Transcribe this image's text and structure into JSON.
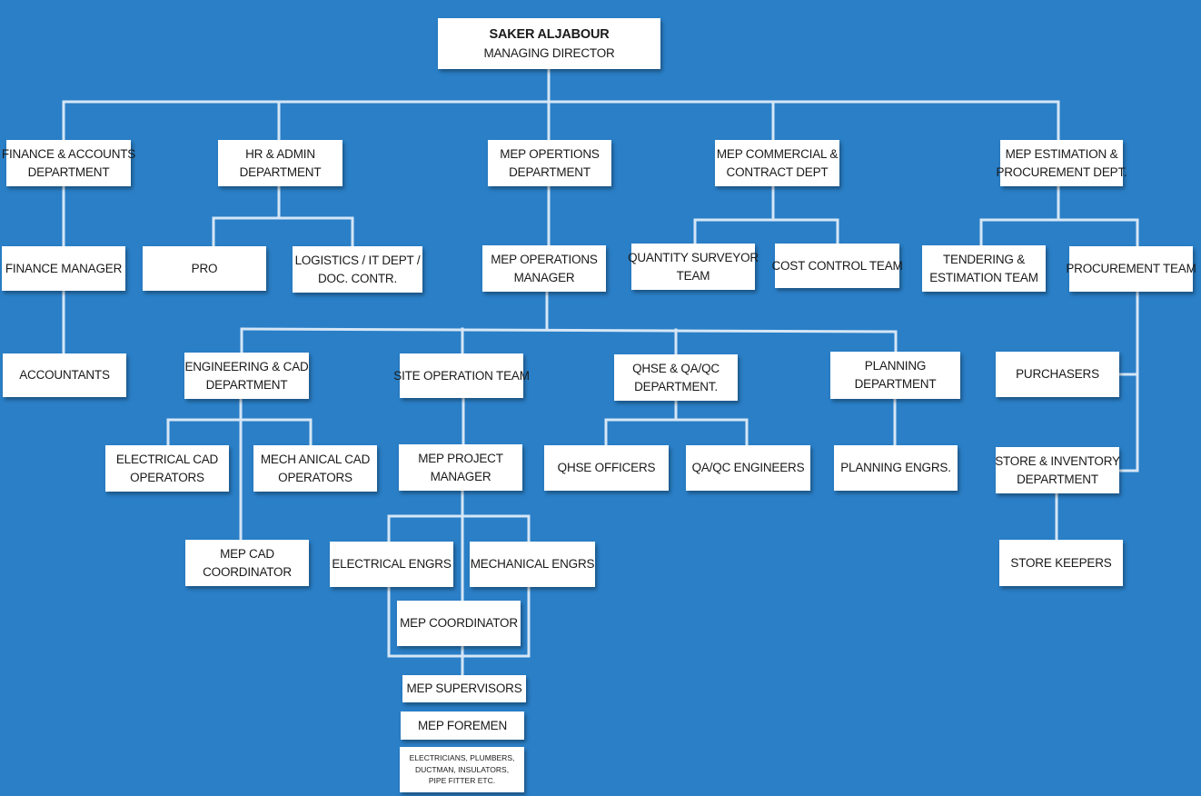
{
  "chart": {
    "nodes": [
      {
        "id": "md",
        "lines": [
          "SAKER ALJABOUR",
          "MANAGING DIRECTOR"
        ]
      },
      {
        "id": "finance-dept",
        "lines": [
          "FINANCE & ACCOUNTS",
          "DEPARTMENT"
        ]
      },
      {
        "id": "hr-dept",
        "lines": [
          "HR & ADMIN",
          "DEPARTMENT"
        ]
      },
      {
        "id": "mep-ops-dept",
        "lines": [
          "MEP OPERTIONS",
          "DEPARTMENT"
        ]
      },
      {
        "id": "mep-commercial-dept",
        "lines": [
          "MEP COMMERCIAL  &",
          "CONTRACT DEPT"
        ]
      },
      {
        "id": "mep-estimation-dept",
        "lines": [
          "MEP ESTIMATION &",
          "PROCUREMENT DEPT."
        ]
      },
      {
        "id": "finance-manager",
        "lines": [
          "FINANCE  MANAGER"
        ]
      },
      {
        "id": "pro",
        "lines": [
          "PRO"
        ]
      },
      {
        "id": "logistics",
        "lines": [
          "LOGISTICS / IT DEPT /",
          "DOC. CONTR."
        ]
      },
      {
        "id": "mep-ops-manager",
        "lines": [
          "MEP OPERATIONS",
          "MANAGER"
        ]
      },
      {
        "id": "quantity-surveyor",
        "lines": [
          "QUANTITY SURVEYOR",
          "TEAM"
        ]
      },
      {
        "id": "cost-control",
        "lines": [
          "COST CONTROL TEAM"
        ]
      },
      {
        "id": "tendering",
        "lines": [
          "TENDERING &",
          "ESTIMATION TEAM"
        ]
      },
      {
        "id": "procurement-team",
        "lines": [
          "PROCUREMENT TEAM"
        ]
      },
      {
        "id": "accountants",
        "lines": [
          "ACCOUNTANTS"
        ]
      },
      {
        "id": "engineering-cad",
        "lines": [
          "ENGINEERING & CAD",
          "DEPARTMENT"
        ]
      },
      {
        "id": "site-operation",
        "lines": [
          "SITE OPERATION TEAM"
        ]
      },
      {
        "id": "qhse-qaqc",
        "lines": [
          "QHSE & QA/QC",
          "DEPARTMENT."
        ]
      },
      {
        "id": "planning-dept",
        "lines": [
          "PLANNING",
          "DEPARTMENT"
        ]
      },
      {
        "id": "purchasers",
        "lines": [
          "PURCHASERS"
        ]
      },
      {
        "id": "electrical-cad",
        "lines": [
          "ELECTRICAL  CAD",
          "OPERATORS"
        ]
      },
      {
        "id": "mech-cad",
        "lines": [
          "MECH ANICAL CAD",
          "OPERATORS"
        ]
      },
      {
        "id": "mep-project-manager",
        "lines": [
          "MEP PROJECT",
          "MANAGER"
        ]
      },
      {
        "id": "qhse-officers",
        "lines": [
          "QHSE OFFICERS"
        ]
      },
      {
        "id": "qaqc-engineers",
        "lines": [
          "QA/QC ENGINEERS"
        ]
      },
      {
        "id": "planning-engrs",
        "lines": [
          "PLANNING ENGRS."
        ]
      },
      {
        "id": "store-inventory",
        "lines": [
          "STORE & INVENTORY",
          "DEPARTMENT"
        ]
      },
      {
        "id": "mep-cad-coordinator",
        "lines": [
          "MEP CAD",
          "COORDINATOR"
        ]
      },
      {
        "id": "electrical-engrs",
        "lines": [
          "ELECTRICAL ENGRS"
        ]
      },
      {
        "id": "mechanical-engrs",
        "lines": [
          "MECHANICAL ENGRS"
        ]
      },
      {
        "id": "store-keepers",
        "lines": [
          "STORE KEEPERS"
        ]
      },
      {
        "id": "mep-coordinator",
        "lines": [
          "MEP COORDINATOR"
        ]
      },
      {
        "id": "mep-supervisors",
        "lines": [
          "MEP SUPERVISORS"
        ]
      },
      {
        "id": "mep-foremen",
        "lines": [
          "MEP FOREMEN"
        ]
      },
      {
        "id": "trades",
        "lines": [
          "ELECTRICIANS,  PLUMBERS,",
          "DUCTMAN, INSULATORS,",
          "PIPE FITTER ETC."
        ]
      }
    ]
  }
}
